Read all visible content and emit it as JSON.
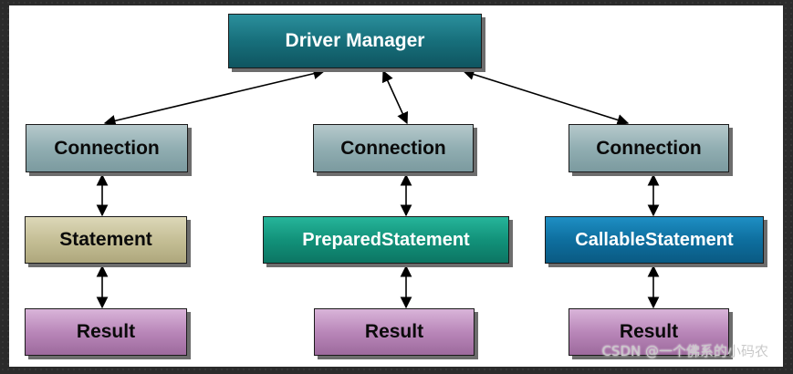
{
  "top": {
    "label": "Driver Manager"
  },
  "columns": [
    {
      "connection": "Connection",
      "statement": "Statement",
      "result": "Result"
    },
    {
      "connection": "Connection",
      "statement": "PreparedStatement",
      "result": "Result"
    },
    {
      "connection": "Connection",
      "statement": "CallableStatement",
      "result": "Result"
    }
  ],
  "watermark": "CSDN @一个佛系的小码农",
  "colors": {
    "driver_manager": "#176f7b",
    "connection": "#91aeb2",
    "statement": "#c5bf96",
    "prepared_statement": "#12927a",
    "callable_statement": "#0e6f9f",
    "result": "#b987b9",
    "arrow": "#000000"
  }
}
